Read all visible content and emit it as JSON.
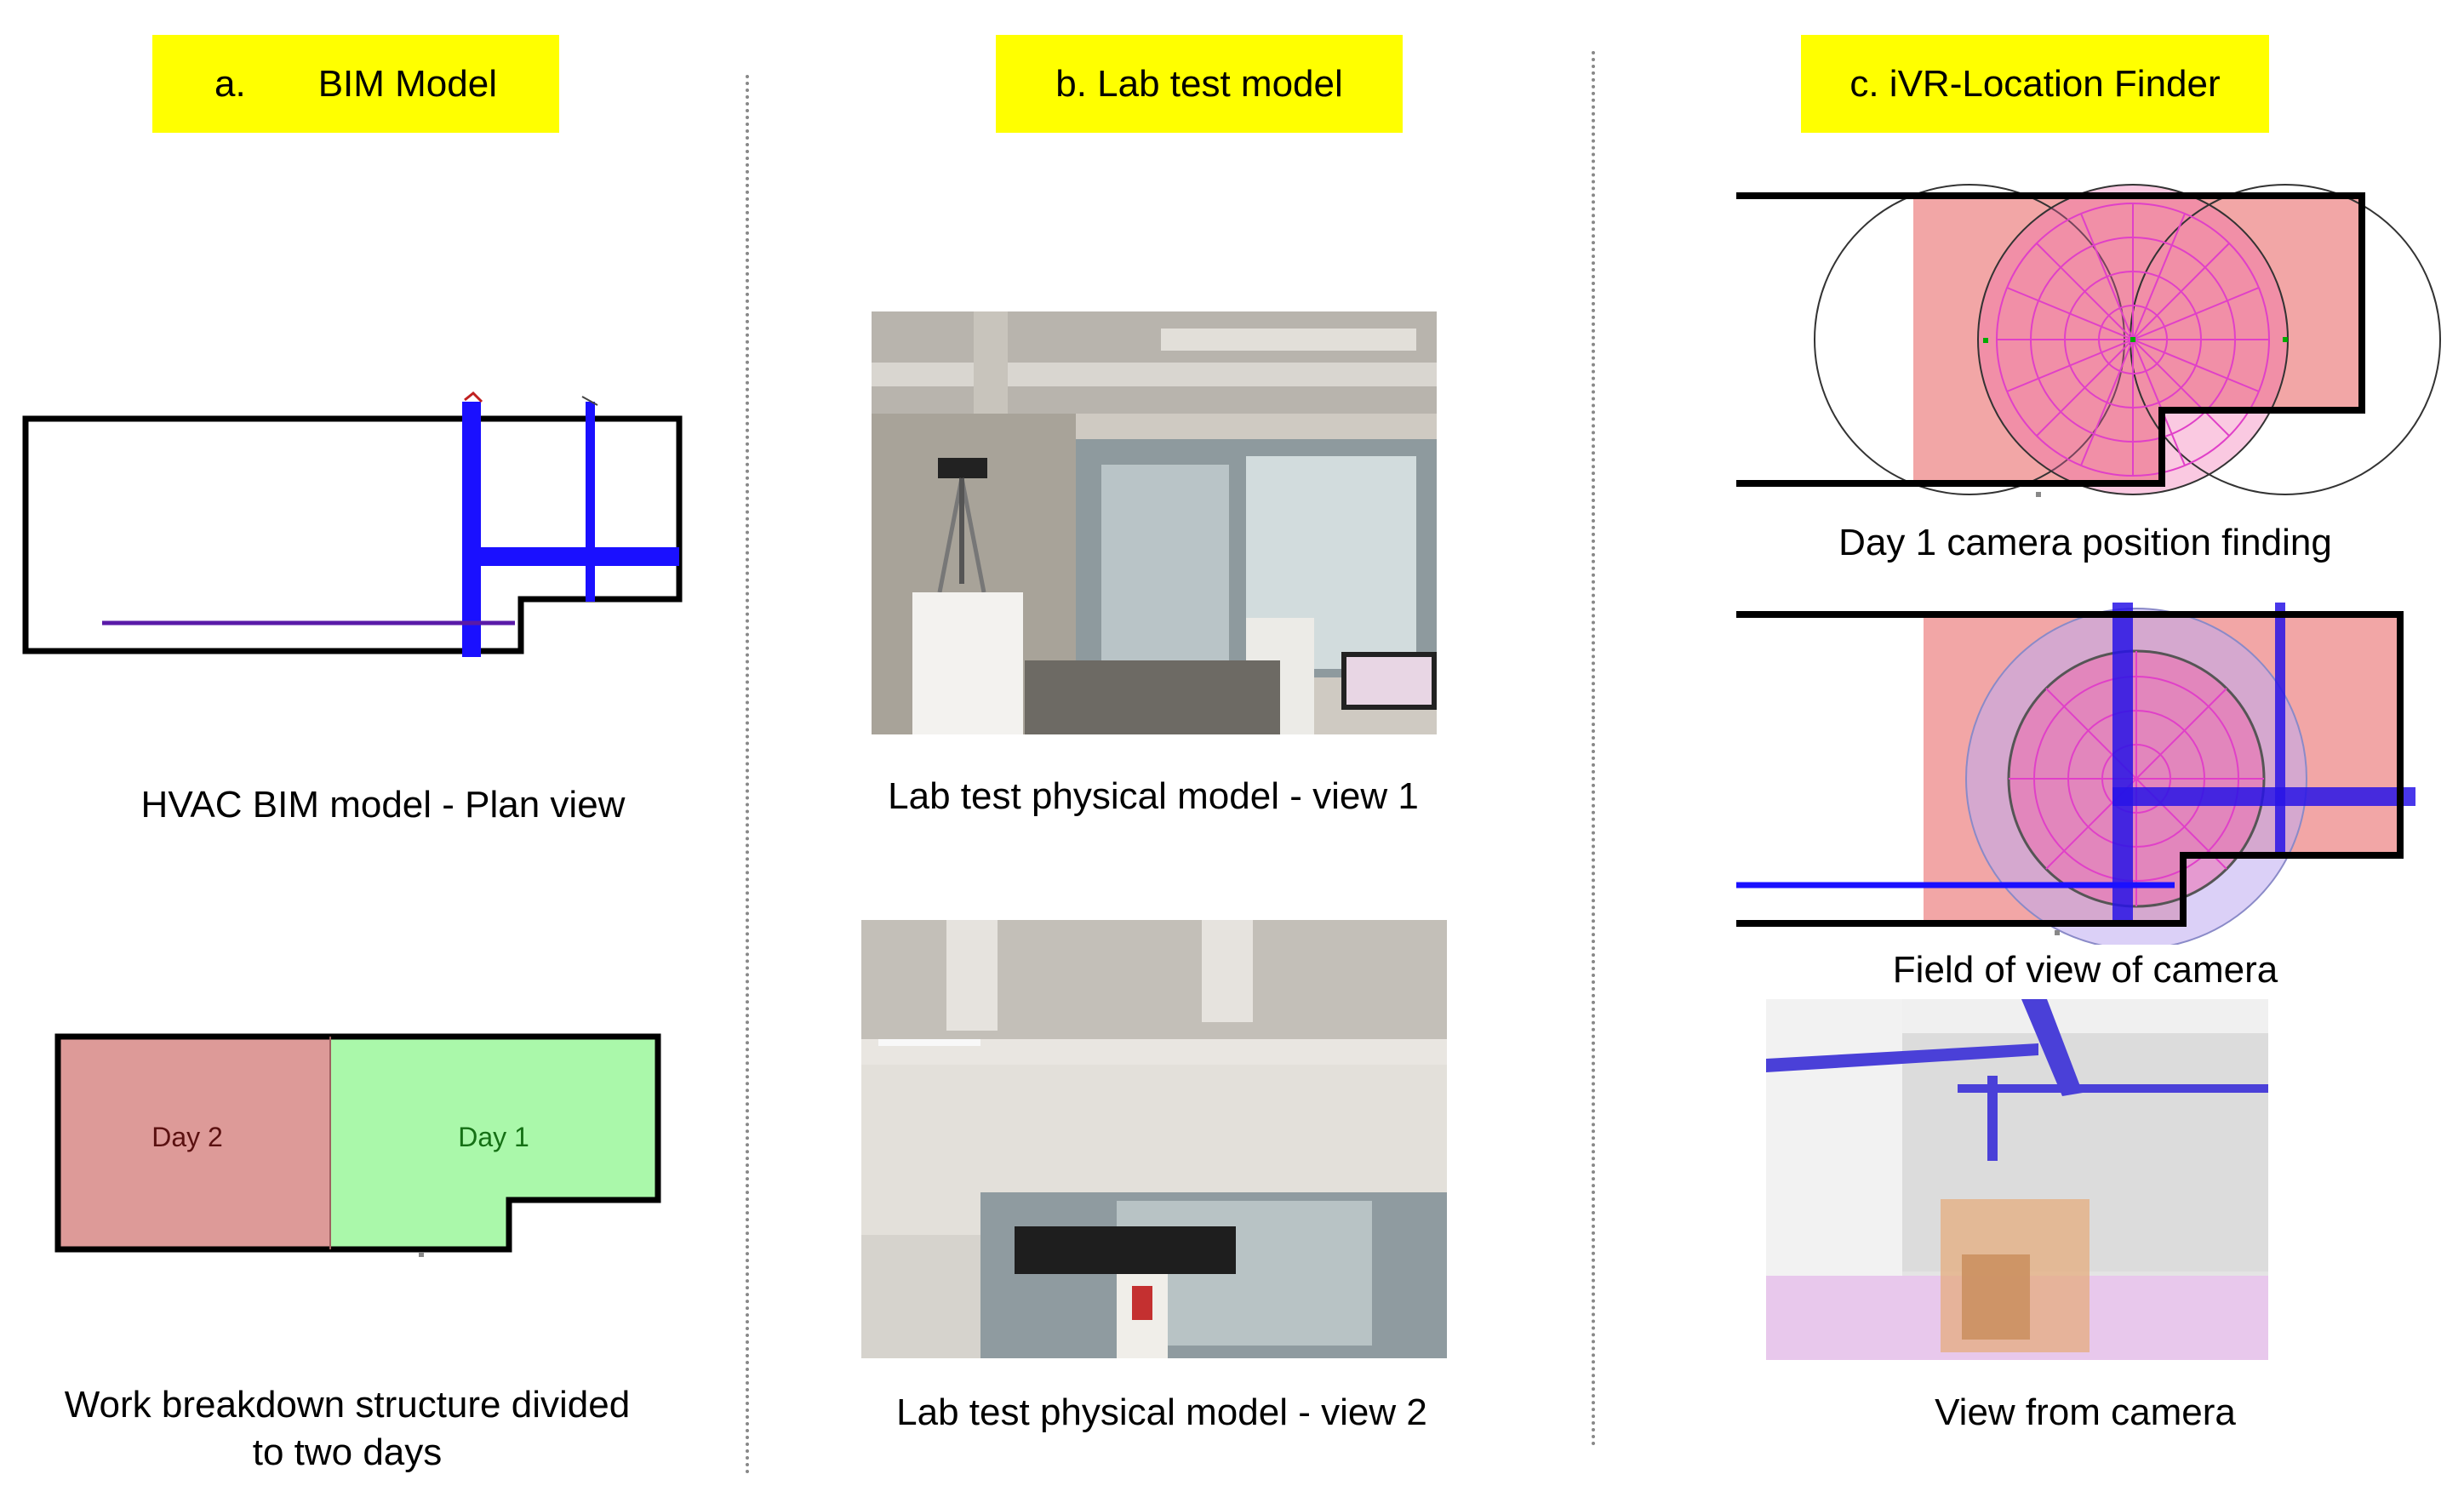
{
  "columns": {
    "a": {
      "heading_letter": "a.",
      "heading_text": "BIM Model",
      "caption_plan": "HVAC BIM model - Plan view",
      "caption_wbs_line1": "Work breakdown structure divided",
      "caption_wbs_line2": "to two days",
      "zone_day2": "Day 2",
      "zone_day1": "Day 1"
    },
    "b": {
      "heading": "b. Lab test model",
      "caption_view1": "Lab test physical model - view 1",
      "caption_view2": "Lab test physical model - view 2"
    },
    "c": {
      "heading": "c. iVR-Location Finder",
      "caption_day1": "Day 1 camera position finding",
      "caption_fov": "Field of view of camera",
      "caption_camera_view": "View from camera"
    }
  },
  "colors": {
    "heading_bg": "#ffff00",
    "duct_blue": "#1a10ff",
    "pipe_purple": "#5a1aa8",
    "day2_fill": "#dd9a98",
    "day1_fill": "#aaf8aa",
    "zone_pink": "#f2a6a6",
    "grid_magenta": "#e040c8"
  }
}
